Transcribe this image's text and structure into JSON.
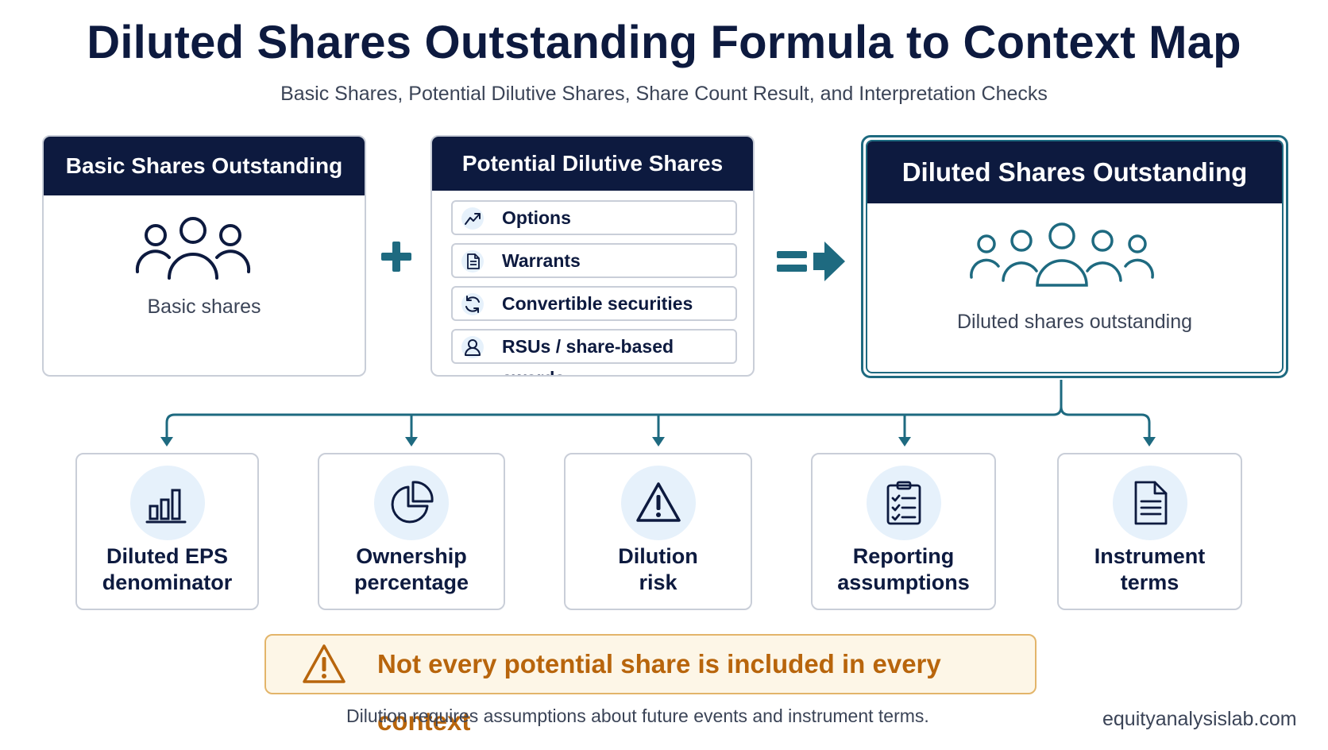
{
  "title": "Diluted Shares Outstanding Formula to Context Map",
  "subtitle": "Basic Shares, Potential Dilutive Shares, Share Count Result, and Interpretation Checks",
  "basic": {
    "heading": "Basic Shares Outstanding",
    "caption": "Basic shares",
    "icon": "people-group-icon"
  },
  "potential": {
    "heading": "Potential Dilutive Shares",
    "items": [
      {
        "label": "Options",
        "icon": "trend-up-icon"
      },
      {
        "label": "Warrants",
        "icon": "document-icon"
      },
      {
        "label": "Convertible securities",
        "icon": "refresh-icon"
      },
      {
        "label": "RSUs / share-based awards",
        "icon": "person-icon"
      }
    ]
  },
  "diluted": {
    "heading": "Diluted Shares Outstanding",
    "caption": "Diluted shares outstanding",
    "icon": "people-group-icon"
  },
  "operators": {
    "plus": "plus-icon",
    "equals": "equals-arrow-icon"
  },
  "contexts": [
    {
      "line1": "Diluted EPS",
      "line2": "denominator",
      "icon": "bar-chart-icon"
    },
    {
      "line1": "Ownership",
      "line2": "percentage",
      "icon": "pie-chart-icon"
    },
    {
      "line1": "Dilution",
      "line2": "risk",
      "icon": "warning-icon"
    },
    {
      "line1": "Reporting",
      "line2": "assumptions",
      "icon": "clipboard-checklist-icon"
    },
    {
      "line1": "Instrument",
      "line2": "terms",
      "icon": "document-icon"
    }
  ],
  "warning": {
    "text": "Not every potential share is included in every context",
    "icon": "warning-icon"
  },
  "footnote": "Dilution requires assumptions about future events and instrument terms.",
  "site": "equityanalysislab.com",
  "colors": {
    "navy": "#0d1a3f",
    "teal": "#1e6a80",
    "warning": "#b8650c",
    "warning_bg": "#fdf6e7"
  }
}
